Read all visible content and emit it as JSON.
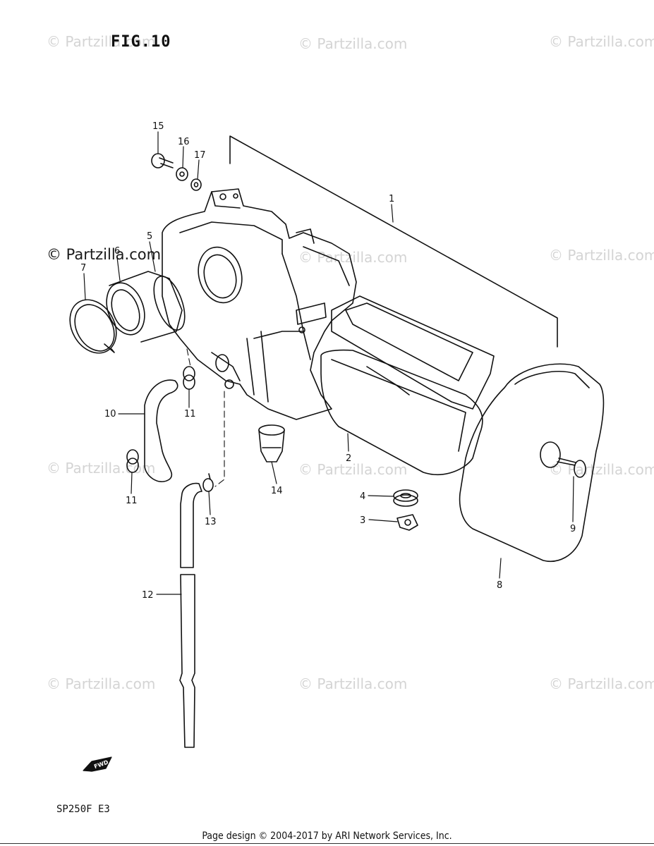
{
  "figure": {
    "title": "FIG.10",
    "model_code": "SP250F E3"
  },
  "watermarks": [
    "© Partzilla.com"
  ],
  "callouts": [
    {
      "id": "1",
      "label": "1"
    },
    {
      "id": "2",
      "label": "2"
    },
    {
      "id": "3",
      "label": "3"
    },
    {
      "id": "4",
      "label": "4"
    },
    {
      "id": "5",
      "label": "5"
    },
    {
      "id": "6",
      "label": "6"
    },
    {
      "id": "7",
      "label": "7"
    },
    {
      "id": "8",
      "label": "8"
    },
    {
      "id": "9",
      "label": "9"
    },
    {
      "id": "10",
      "label": "10"
    },
    {
      "id": "11a",
      "label": "11"
    },
    {
      "id": "11b",
      "label": "11"
    },
    {
      "id": "12",
      "label": "12"
    },
    {
      "id": "13",
      "label": "13"
    },
    {
      "id": "14",
      "label": "14"
    },
    {
      "id": "15",
      "label": "15"
    },
    {
      "id": "16",
      "label": "16"
    },
    {
      "id": "17",
      "label": "17"
    }
  ],
  "fwd_marker": "FWD",
  "footer": {
    "text": "Page design © 2004-2017 by ARI Network Services, Inc."
  }
}
